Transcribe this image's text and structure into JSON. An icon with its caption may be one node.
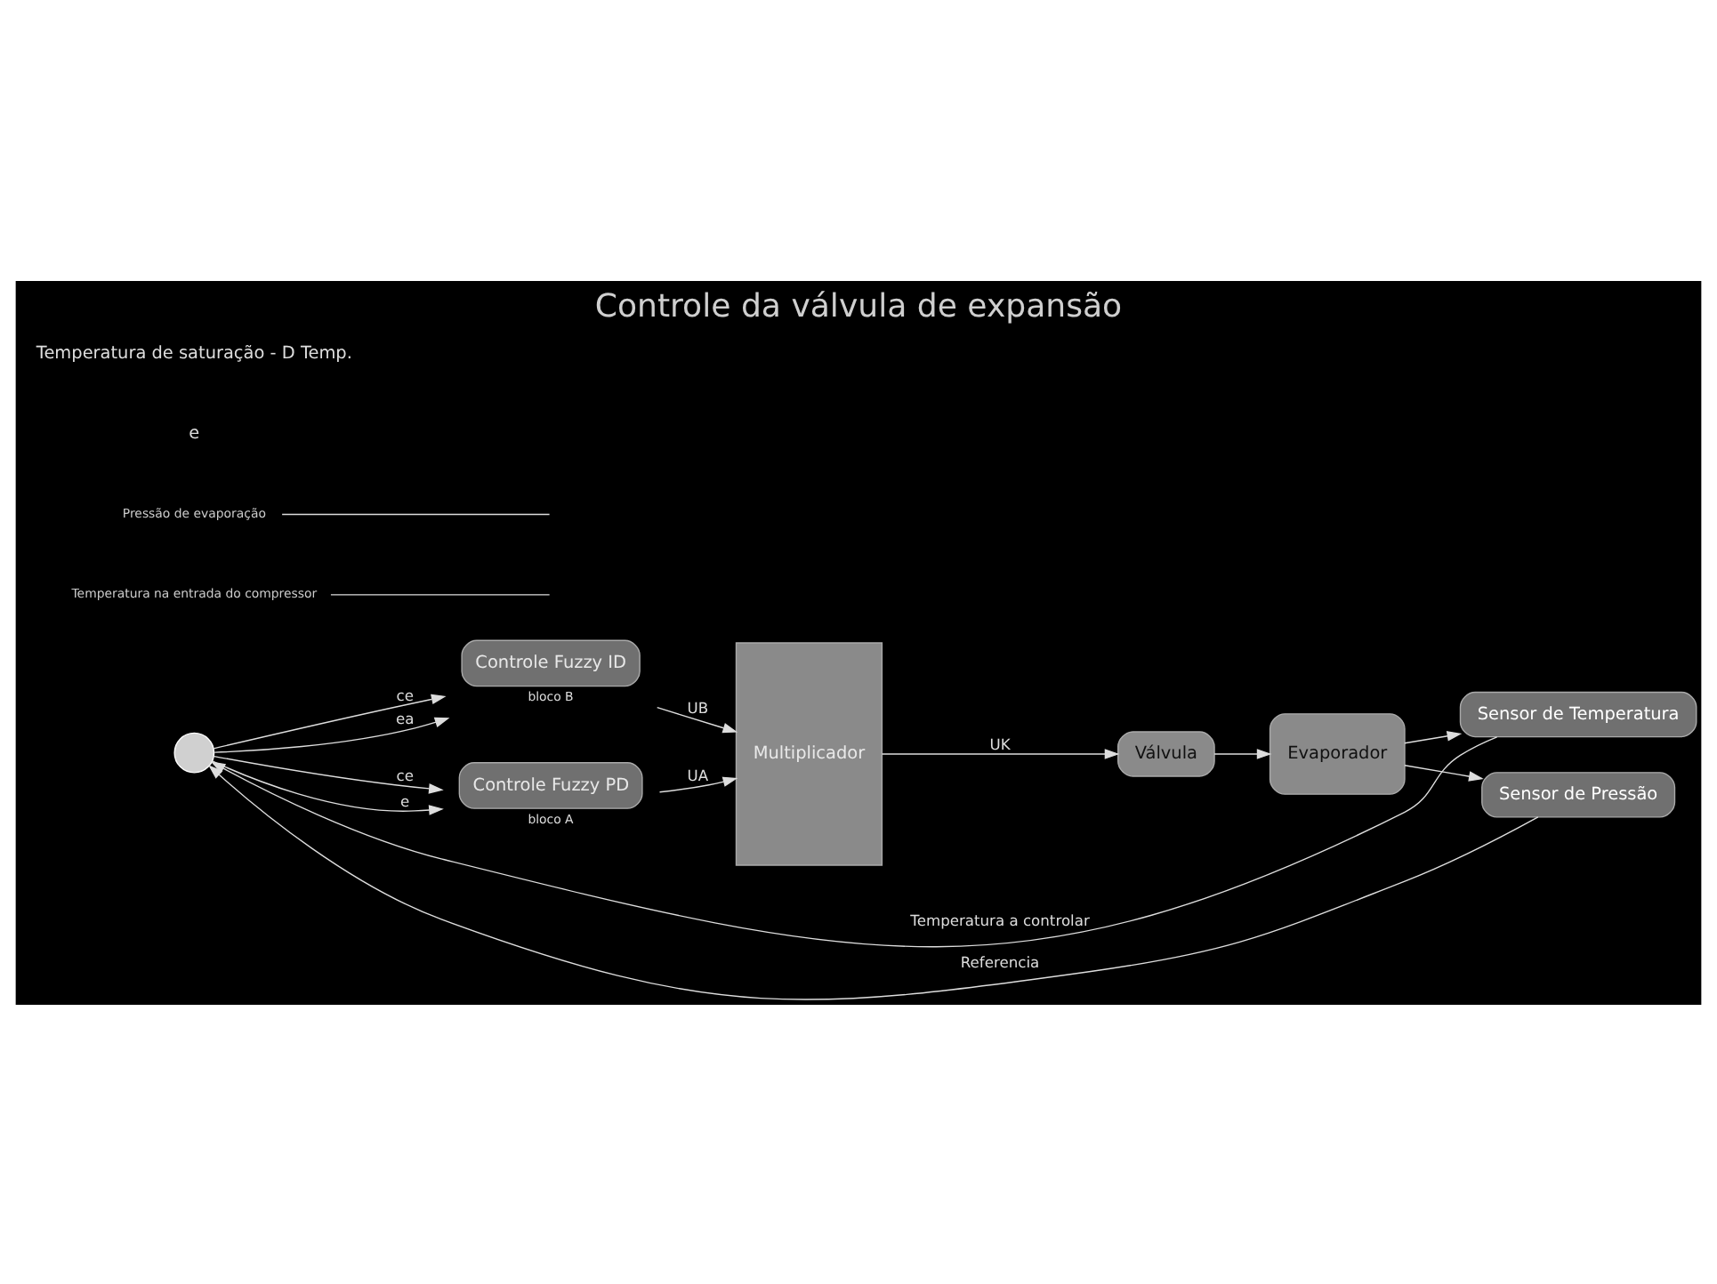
{
  "diagram": {
    "title": "Controle da válvula de expansão",
    "nodes": [
      {
        "text": [],
        "shape": "circle"
      },
      {
        "text": [
          "Controle Fuzzy ID"
        ],
        "beside": [
          "bloco B"
        ]
      },
      {
        "text": [
          "Controle Fuzzy PD"
        ],
        "beside": [
          "bloco A"
        ]
      },
      {
        "text": [
          "Multiplicador"
        ]
      },
      {
        "text": [
          "Válvula"
        ]
      },
      {
        "text": [
          "Evaporador"
        ]
      },
      {
        "text": [
          "Sensor de Temperatura"
        ]
      },
      {
        "text": [
          "Sensor de Pressão"
        ]
      },
      {
        "text": [
          "Temperatura na entrada do compressor"
        ]
      },
      {
        "text": [
          "Pressão de evaporação"
        ]
      }
    ],
    "edges": [
      {
        "from": 0,
        "to": 1,
        "arrow": "to",
        "label": "ce"
      },
      {
        "from": 0,
        "to": 1,
        "arrow": "to",
        "label": "ea"
      },
      {
        "from": 0,
        "to": 2,
        "arrow": "to",
        "label": "ce"
      },
      {
        "from": 0,
        "to": 2,
        "arrow": "to",
        "label": "e"
      },
      {
        "from": 1,
        "to": 3,
        "arrow": "to",
        "label": "UB"
      },
      {
        "from": 2,
        "to": 3,
        "arrow": "to",
        "label": "UA"
      },
      {
        "from": 3,
        "to": 4,
        "arrow": "to",
        "label": "UK"
      },
      {
        "from": 4,
        "to": 5,
        "arrow": "to"
      },
      {
        "from": 5,
        "to": 6,
        "arrow": "to"
      },
      {
        "from": 5,
        "to": 7,
        "arrow": "to"
      },
      {
        "from": 6,
        "to": 0,
        "arrow": "to",
        "label": "Temperatura a controlar"
      },
      {
        "from": 7,
        "to": 0,
        "arrow": "to",
        "label": "Referencia"
      },
      {
        "from": 8,
        "to": null,
        "arrow": "none"
      },
      {
        "from": 9,
        "to": null,
        "arrow": "none"
      }
    ],
    "labels": [
      "e",
      "Temperatura de saturação - D Temp."
    ]
  }
}
